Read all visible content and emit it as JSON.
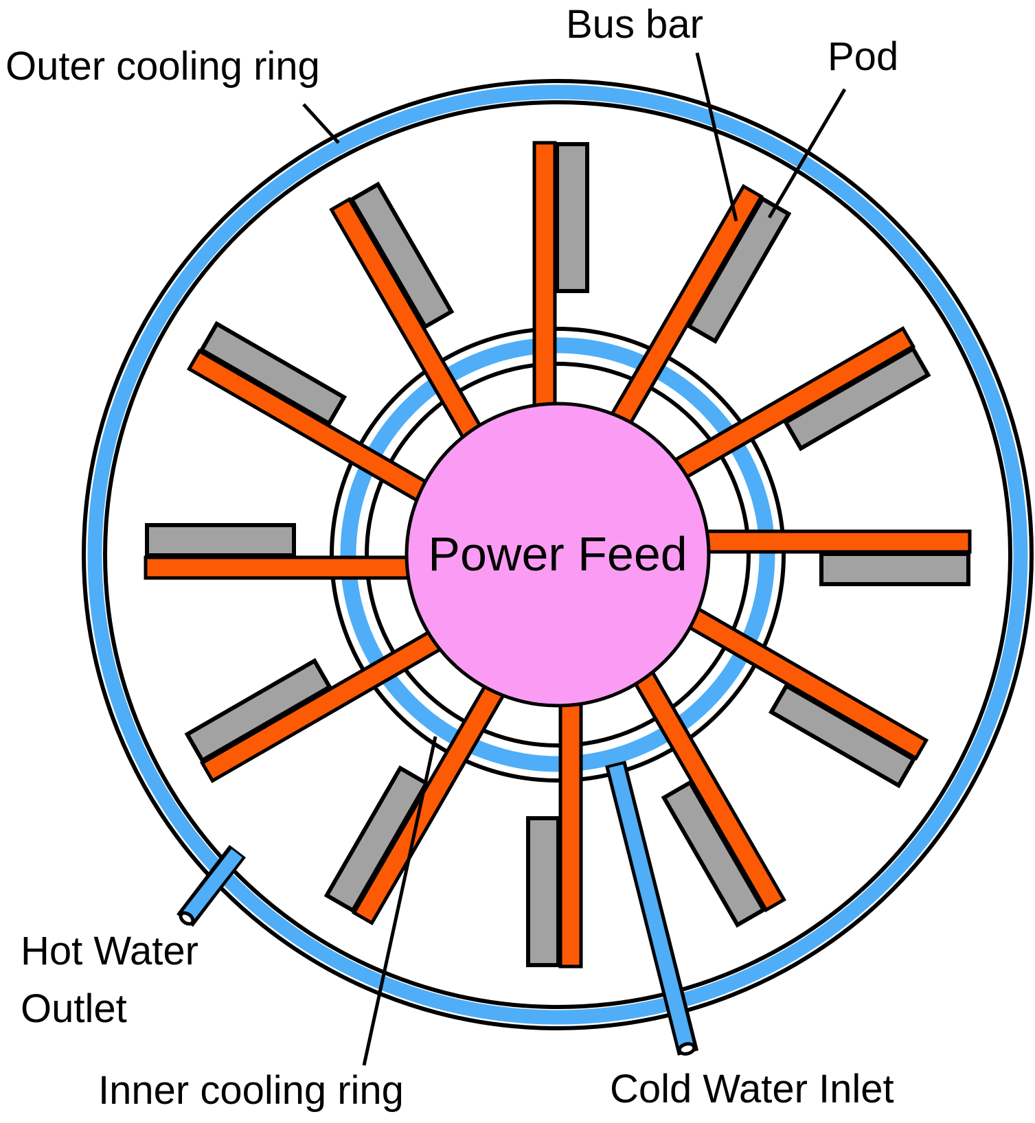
{
  "figure": {
    "type": "diagram",
    "subject": "Top view of circular power feed assembly with cooling rings, bus bars and pods"
  },
  "labels": {
    "outer_cooling_ring": "Outer cooling ring",
    "bus_bar": "Bus bar",
    "pod": "Pod",
    "power_feed": "Power Feed",
    "hot_water_outlet": "Hot Water\nOutlet",
    "inner_cooling_ring": "Inner cooling ring",
    "cold_water_inlet": "Cold Water Inlet"
  },
  "structure": {
    "bus_bar_count": 12,
    "pod_count": 12,
    "center_element": "Power Feed",
    "rings": [
      "Outer cooling ring",
      "Inner cooling ring"
    ],
    "pipes": [
      "Hot Water Outlet",
      "Cold Water Inlet"
    ]
  },
  "colors": {
    "cooling_water": "#4FAEF7",
    "bus_bar": "#FD5A05",
    "pod": "#A2A2A2",
    "power_feed": "#FA9CF4",
    "outline": "#000000"
  }
}
